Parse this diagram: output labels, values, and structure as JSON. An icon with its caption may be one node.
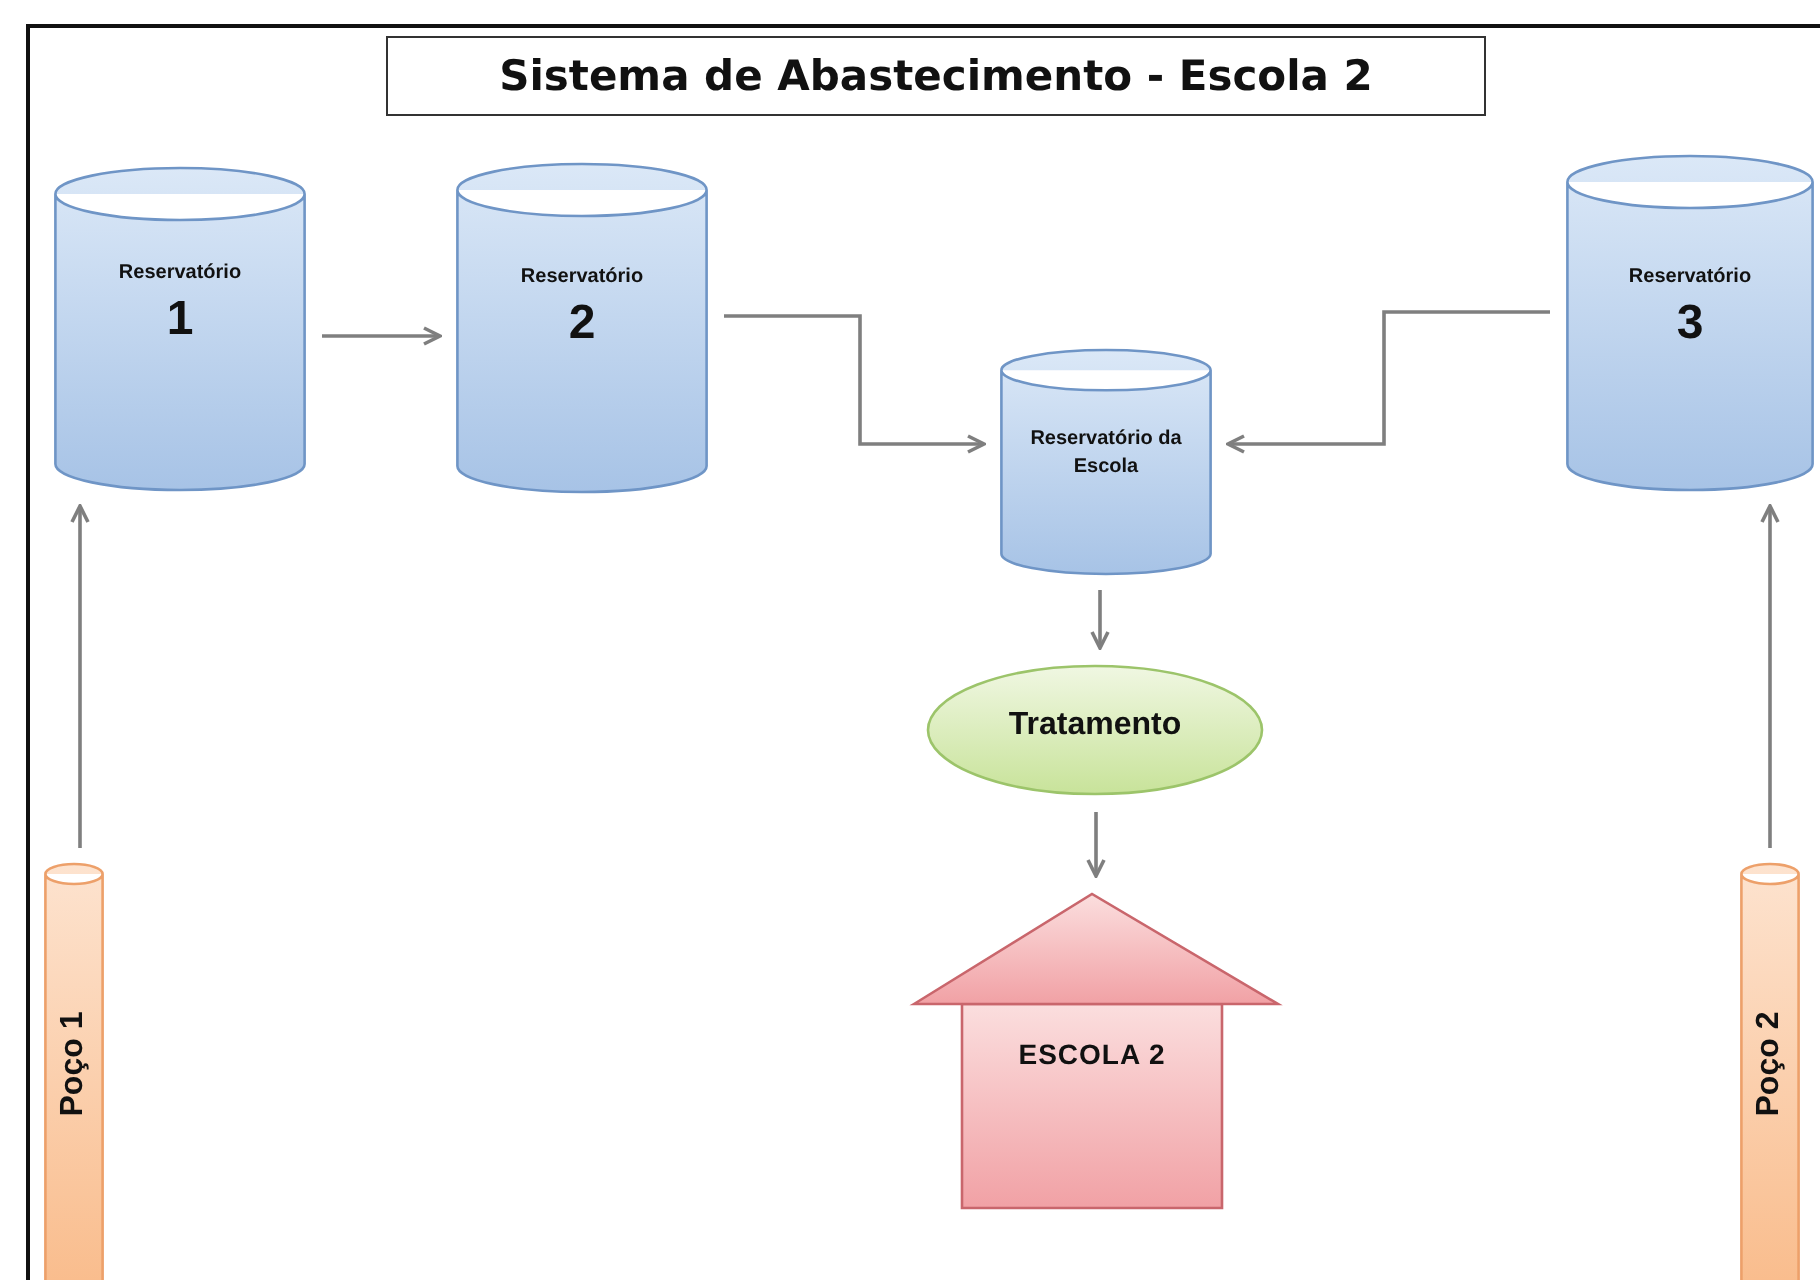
{
  "diagram": {
    "title": "Sistema de Abastecimento - Escola 2",
    "nodes": [
      {
        "text": [
          "Reservatório",
          "1"
        ]
      },
      {
        "text": [
          "Reservatório",
          "2"
        ]
      },
      {
        "text": [
          "Reservatório da Escola"
        ]
      },
      {
        "text": [
          "Reservatório",
          "3"
        ]
      },
      {
        "text": [
          "Tratamento"
        ]
      },
      {
        "text": [
          "ESCOLA 2"
        ]
      },
      {
        "text": [
          "Poço 1"
        ]
      },
      {
        "text": [
          "Poço 2"
        ]
      }
    ],
    "edges": [
      {
        "from": 6,
        "to": 0,
        "arrow": "to"
      },
      {
        "from": 0,
        "to": 1,
        "arrow": "to"
      },
      {
        "from": 1,
        "to": 2,
        "arrow": "to"
      },
      {
        "from": 3,
        "to": 2,
        "arrow": "to"
      },
      {
        "from": 2,
        "to": 4,
        "arrow": "to"
      },
      {
        "from": 4,
        "to": 5,
        "arrow": "to"
      },
      {
        "from": 7,
        "to": 3,
        "arrow": "to"
      }
    ]
  }
}
